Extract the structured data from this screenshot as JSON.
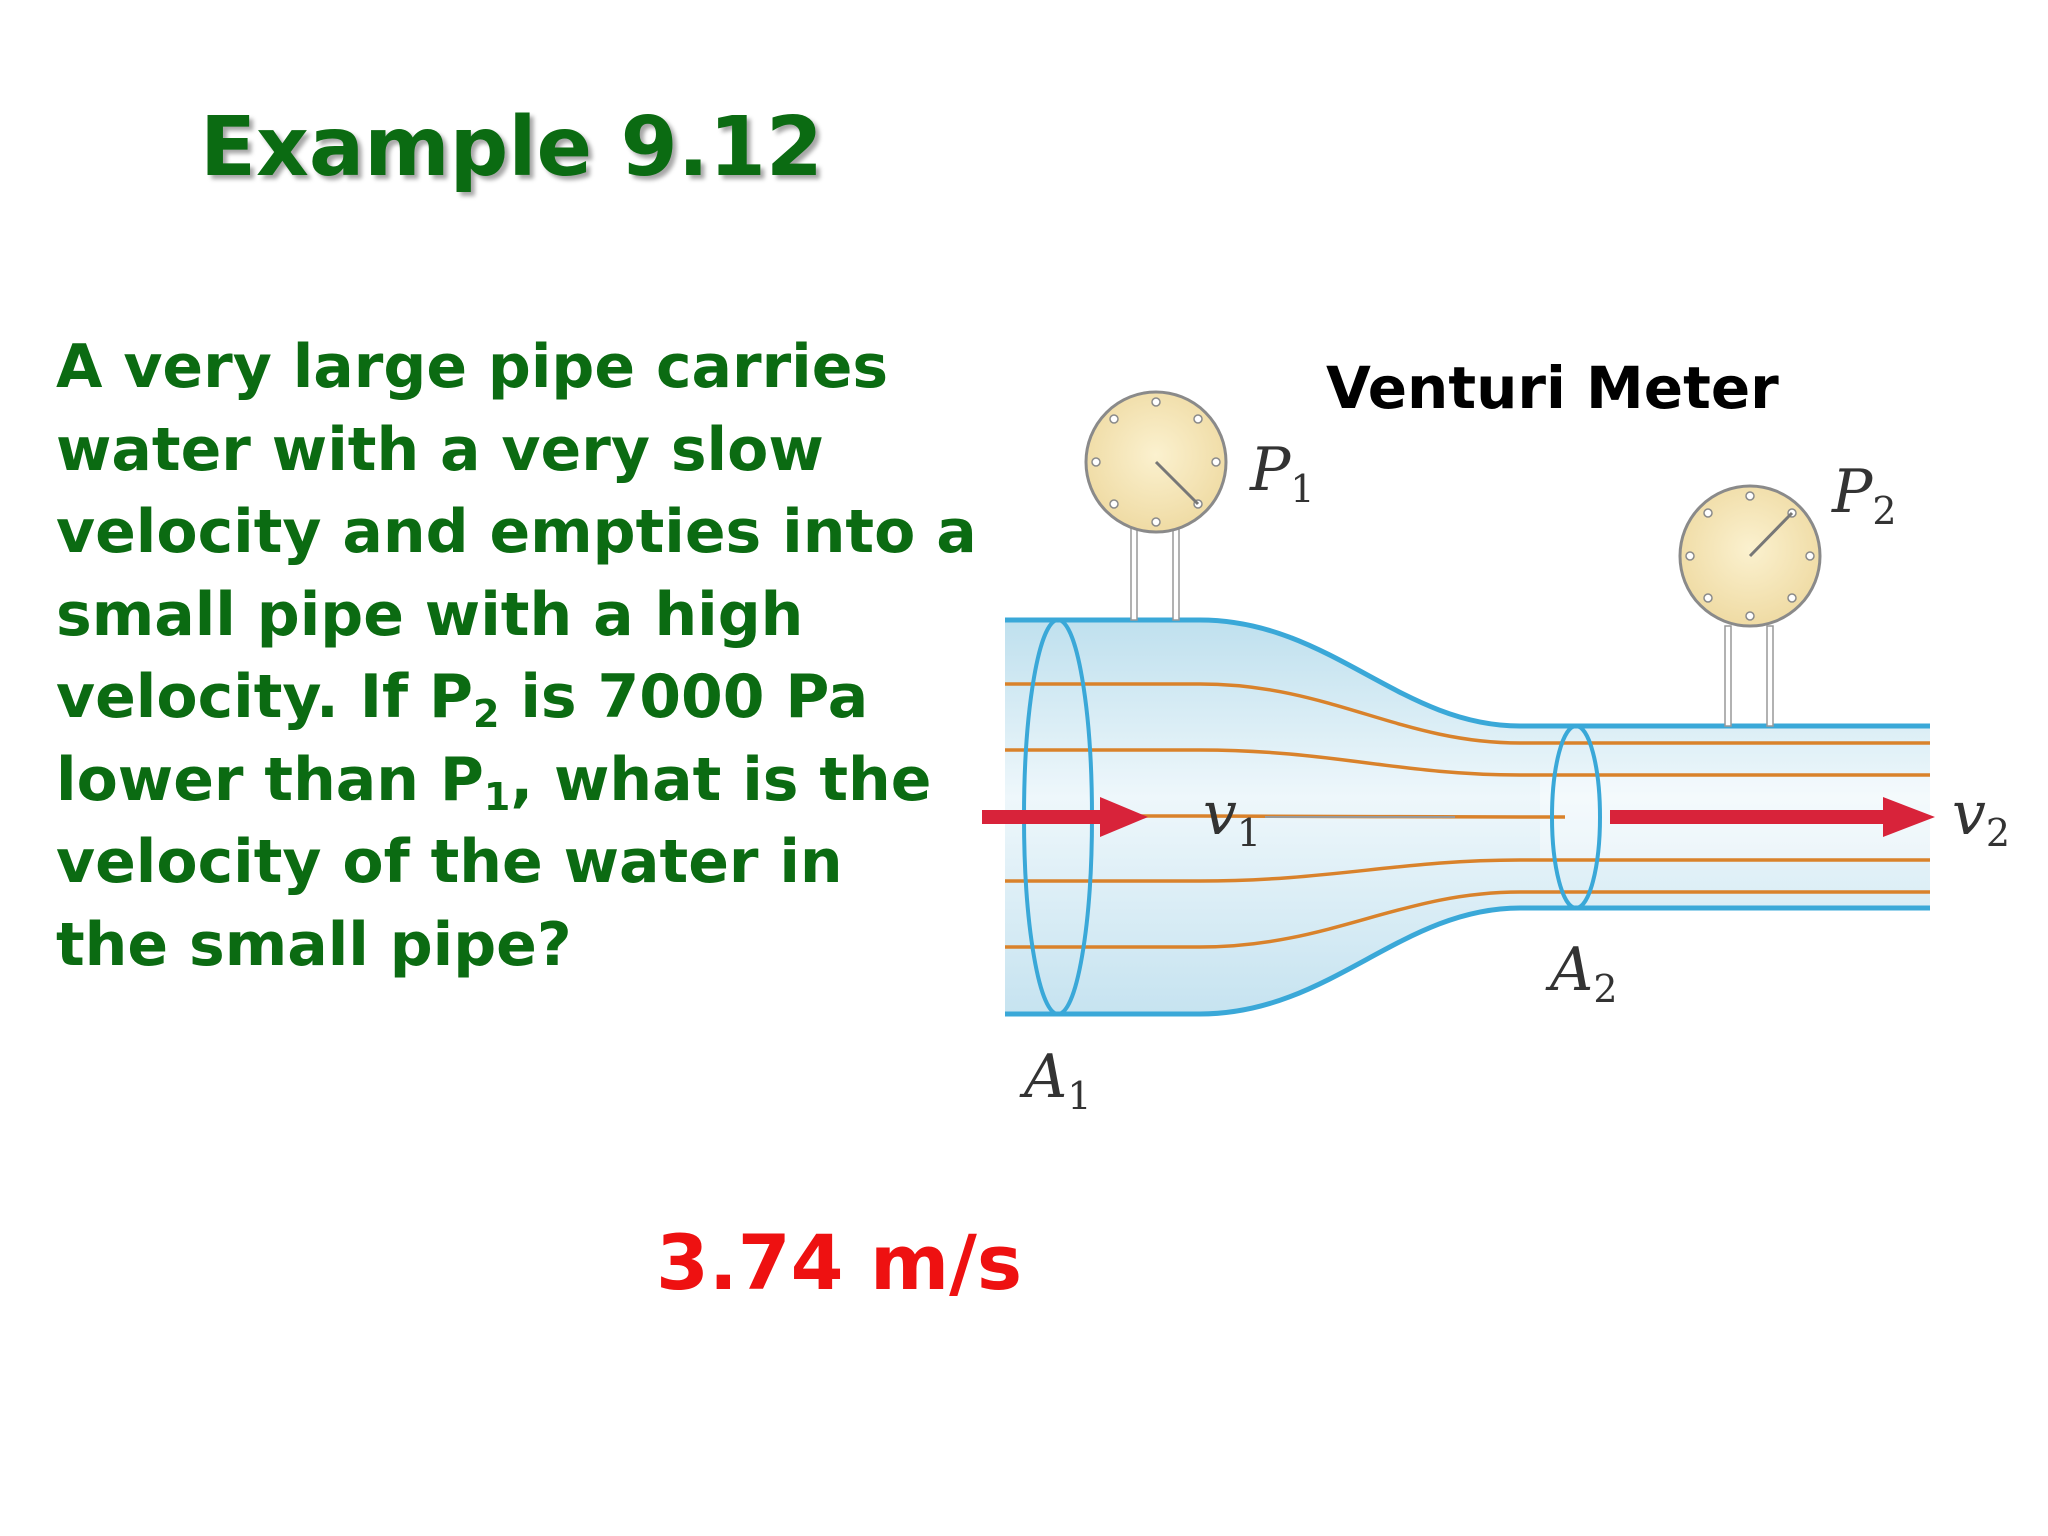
{
  "slide": {
    "title": "Example 9.12",
    "problem_lines": [
      {
        "pre": "A very large pipe carries"
      },
      {
        "pre": "water with a very slow"
      },
      {
        "pre": "velocity and empties into a"
      },
      {
        "pre": "small pipe with a high"
      },
      {
        "pre": "velocity. If P",
        "sub": "2",
        "post": " is 7000 Pa"
      },
      {
        "pre": "lower than P",
        "sub": "1",
        "post": ", what is the"
      },
      {
        "pre": "velocity of the water in"
      },
      {
        "pre": "the small pipe?"
      }
    ],
    "answer": "3.74 m/s"
  },
  "diagram": {
    "title": "Venturi Meter",
    "labels": {
      "p1": {
        "main": "P",
        "sub": "1"
      },
      "p2": {
        "main": "P",
        "sub": "2"
      },
      "v1": {
        "main": "v",
        "sub": "1"
      },
      "v2": {
        "main": "v",
        "sub": "2"
      },
      "a1": {
        "main": "A",
        "sub": "1"
      },
      "a2": {
        "main": "A",
        "sub": "2"
      }
    },
    "colors": {
      "pipe_outline": "#3aa8d8",
      "pipe_fill": "#d6ecf5",
      "streamline": "#d9822b",
      "arrow": "#d8233a",
      "gauge_face": "#f4e4b0",
      "title_green": "#0b6b12",
      "answer_red": "#ee1111"
    }
  }
}
